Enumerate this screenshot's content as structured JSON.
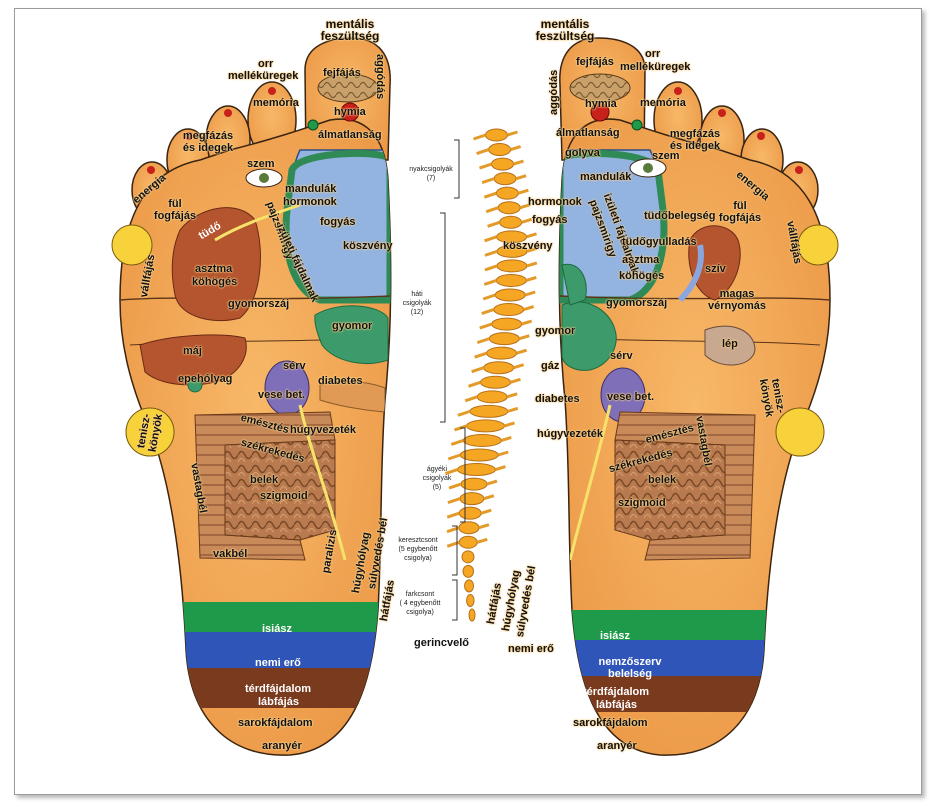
{
  "left_foot": {
    "top": [
      "mentális",
      "feszültség"
    ],
    "orr": "orr",
    "melleküregek": "melléküregek",
    "fejfajas": "fejfájás",
    "aggodas": "aggódás",
    "hymia": "hymia",
    "memoria": "memória",
    "almatlansag": "álmatlanság",
    "megfazas": [
      "megfázás",
      "és idegek"
    ],
    "szem": "szem",
    "energia": "energia",
    "ful": [
      "fül",
      "fogfájás"
    ],
    "vallfajas": "vállfájás",
    "tudo": "tüdő",
    "asztma": "asztma",
    "kohoges": "köhögés",
    "mandulak": "mandulák",
    "hormonok": "hormonok",
    "fogyas": "fogyás",
    "pajzsmirigy": "pajzsmirigy",
    "izuleti": "izületi fájdalmak",
    "koszveny": "köszvény",
    "gyomorszaj": "gyomorszáj",
    "gyomor": "gyomor",
    "maj": "máj",
    "epeholyag": "epehólyag",
    "serv": "sérv",
    "diabetes": "diabetes",
    "vese": "vese bet.",
    "hugyvezetek": "húgyvezeték",
    "teniszkonyok": [
      "tenisz-",
      "könyök"
    ],
    "emesztes": "emésztés",
    "szekrekedes": "székrekedés",
    "vastagbel": "vastagbél",
    "belek": "belek",
    "szigmoid": "szigmoid",
    "vakbel": "vakbél",
    "paralizis": "paralizis",
    "hugyholyag": "húgyhólyag",
    "sulyvedes": "súlyvedés bél",
    "hatfajas": "hátfájás",
    "isiasz": "isiász",
    "nemi_ero": "nemi erő",
    "terdfajdalom": "térdfájdalom",
    "labfajas": "lábfájás",
    "sarokfajdalom": "sarokfájdalom",
    "aranyer": "aranyér"
  },
  "spine": {
    "nyaki": [
      "nyakcsigolyák",
      "(7)"
    ],
    "hati": [
      "háti",
      "csigolyák",
      "(12)"
    ],
    "agyeki": [
      "ágyéki",
      "csigolyák",
      "(5)"
    ],
    "kereszt": [
      "keresztcsont",
      "(5 egybenőtt",
      "csigolya)"
    ],
    "farok": [
      "farkcsont",
      "( 4 egybenőtt",
      "csigolya)"
    ],
    "gerincvelo": "gerincvelő"
  },
  "right_foot": {
    "top": [
      "mentális",
      "feszültség"
    ],
    "orr": "orr",
    "melleküregek": "melléküregek",
    "fejfajas": "fejfájás",
    "aggodas": "aggódás",
    "hymia": "hymia",
    "memoria": "memória",
    "almatlansag": "álmatlanság",
    "golyva": "golyva",
    "megfazas": [
      "megfázás",
      "és idegek"
    ],
    "szem": "szem",
    "energia": "energia",
    "ful": [
      "fül",
      "fogfájás"
    ],
    "vallfajas": "vállfájás",
    "mandulak": "mandulák",
    "hormonok": "hormonok",
    "fogyas": "fogyás",
    "koszveny": "köszvény",
    "pajzsmirigy": "pajzsmirigy",
    "izuleti": "izületi fájdalmak",
    "tudobelegseg": "tüdőbelegség",
    "tudogyulladas": "tüdőgyulladás",
    "asztma": "asztma",
    "kohoges": "köhögés",
    "sziv": "szív",
    "gyomorszaj": "gyomorszáj",
    "magas": [
      "magas",
      "vérnyomás"
    ],
    "gyomor": "gyomor",
    "lep": "lép",
    "gaz": "gáz",
    "serv": "sérv",
    "diabetes": "diabetes",
    "vese": "vese bet.",
    "hugyvezetek": "húgyvezeték",
    "teniszkonyok": [
      "tenisz-",
      "könyök"
    ],
    "emesztes": "emésztés",
    "szekrekedes": "székrekedés",
    "vastagbel": "vastagbél",
    "belek": "belek",
    "szigmoid": "szigmoid",
    "hatfajas": "hátfájás",
    "hugyholyag": "húgyhólyag",
    "sulyvedes": "súlyvedés bél",
    "isiasz": "isiász",
    "nemi_ero": "nemi erő",
    "nemzoszerv": [
      "nemzőszerv",
      "belelség"
    ],
    "terdfajdalom": "térdfájdalom",
    "labfajas": "lábfájás",
    "sarokfajdalom": "sarokfájdalom",
    "aranyer": "aranyér"
  },
  "colors": {
    "skin": "#f2a85a",
    "outline": "#3a2410",
    "thyroid_blue": "#93b3e0",
    "organ_green": "#3d9a6a",
    "band_green": "#1f9a4a",
    "band_blue": "#2f55b8",
    "band_brown": "#7a3a1e",
    "spine_orange": "#f5a623",
    "yellow_circle": "#f8d23a"
  }
}
